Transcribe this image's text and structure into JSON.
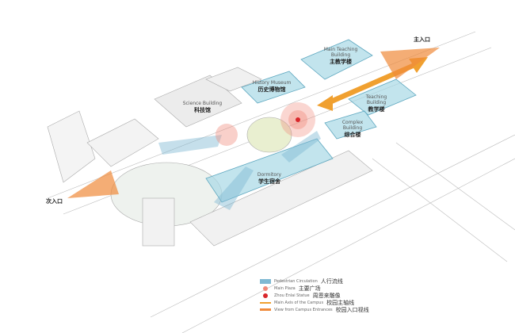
{
  "buildings": [
    {
      "en": "Main Teaching Building",
      "zh": "主教学楼"
    },
    {
      "en": "History Museum",
      "zh": "历史博物馆"
    },
    {
      "en": "Science Building",
      "zh": "科技馆"
    },
    {
      "en": "Teaching Building",
      "zh": "教学楼"
    },
    {
      "en": "Complex Building",
      "zh": "综合楼"
    },
    {
      "en": "Dormitory",
      "zh": "学生宿舍"
    }
  ],
  "entrances": {
    "main": "主入口",
    "secondary": "次入口"
  },
  "legend": [
    {
      "en": "Pedestrian Circulation",
      "zh": "人行流线",
      "color": "#7fb9d3"
    },
    {
      "en": "Main Plaza",
      "zh": "主要广场",
      "color": "#f08a7a"
    },
    {
      "en": "Zhou Enlai Statue",
      "zh": "周恩来雕像",
      "color": "#d9262b"
    },
    {
      "en": "Main Axis of the Campus",
      "zh": "校园主轴线",
      "color": "#f0a030"
    },
    {
      "en": "View from Campus Entrances",
      "zh": "校园入口视线",
      "color": "#f08a3a"
    }
  ]
}
